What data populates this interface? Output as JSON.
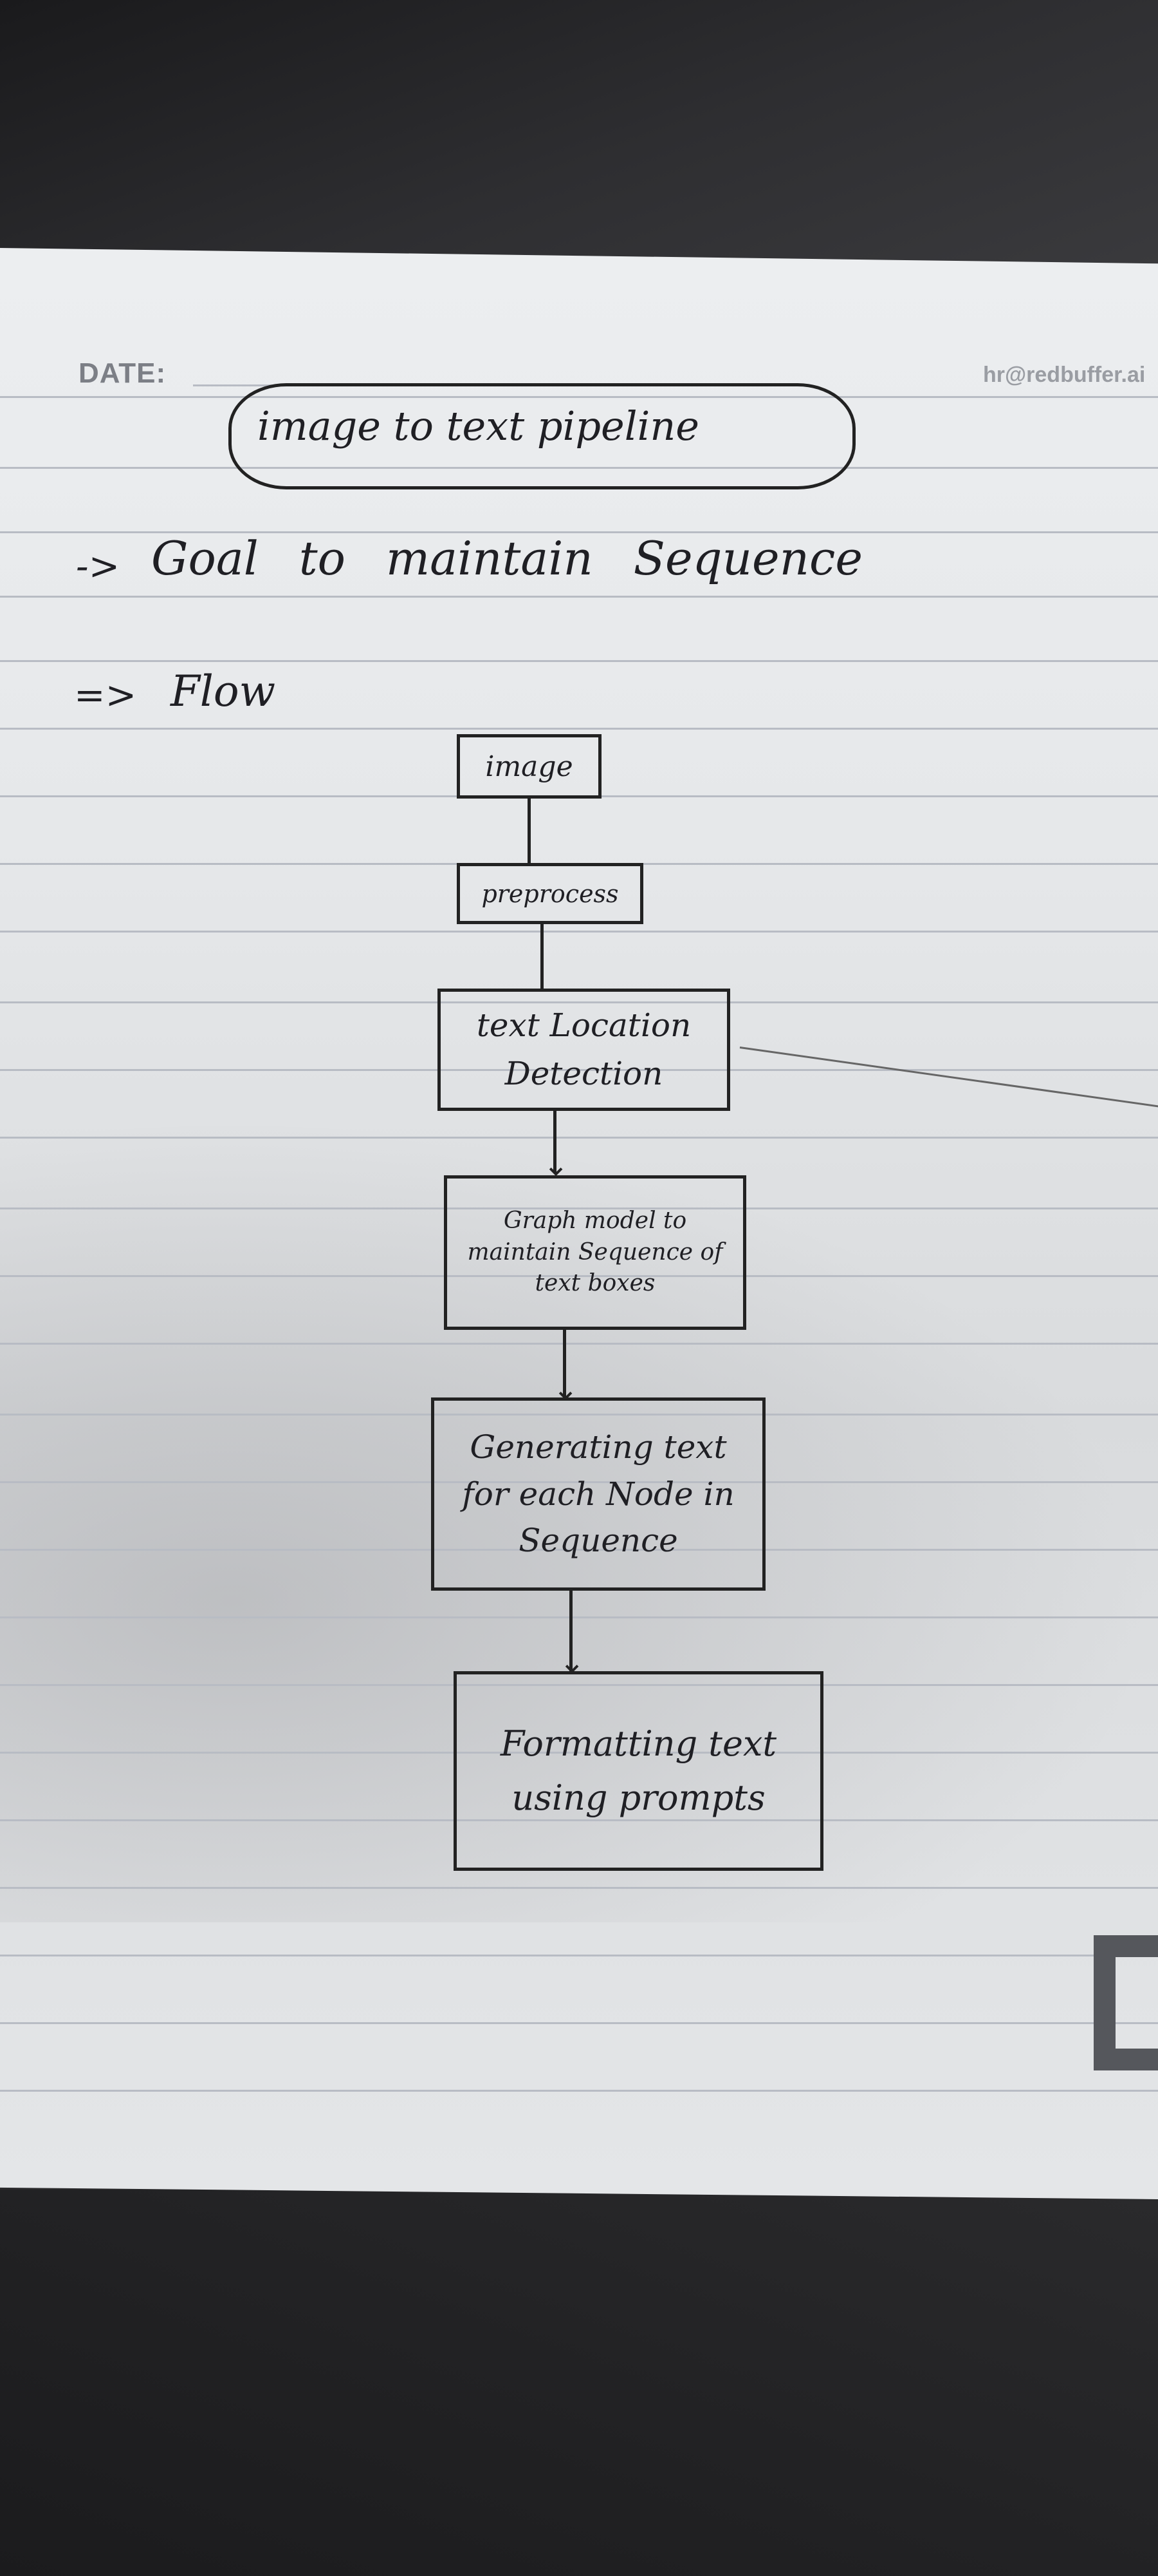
{
  "header": {
    "date_label": "DATE:",
    "email": "hr@redbuffer.ai"
  },
  "note": {
    "title": "image to text pipeline",
    "goal_arrow": "->",
    "goal_text": "Goal to maintain Sequence",
    "flow_arrow": "=>",
    "flow_text": "Flow"
  },
  "flowchart": {
    "nodes": [
      {
        "id": "image",
        "label": "image"
      },
      {
        "id": "preprocess",
        "label": "preprocess"
      },
      {
        "id": "text-location-detection",
        "label": "text Location Detection"
      },
      {
        "id": "graph-model",
        "label": "Graph model to maintain Sequence of text boxes"
      },
      {
        "id": "generating-text",
        "label": "Generating text for each Node in Sequence"
      },
      {
        "id": "formatting-text",
        "label": "Formatting text using prompts"
      }
    ],
    "edges": [
      [
        "image",
        "preprocess"
      ],
      [
        "preprocess",
        "text-location-detection"
      ],
      [
        "text-location-detection",
        "graph-model"
      ],
      [
        "graph-model",
        "generating-text"
      ],
      [
        "generating-text",
        "formatting-text"
      ]
    ],
    "edge_style": "arrow"
  }
}
